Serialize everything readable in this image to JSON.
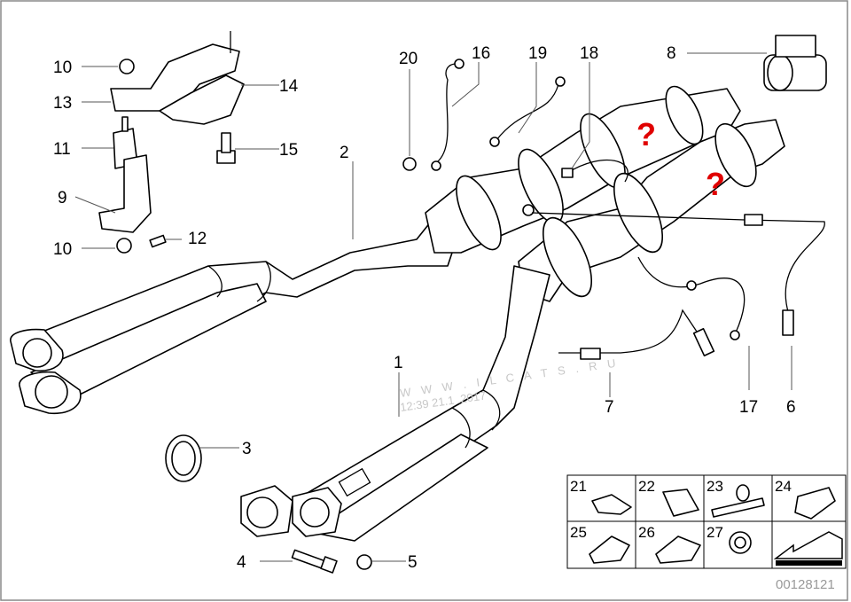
{
  "diagram": {
    "title": "Exhaust front pipe / catalytic converter parts diagram",
    "callouts": {
      "c10a": "10",
      "c13": "13",
      "c11": "11",
      "c9": "9",
      "c10b": "10",
      "c12": "12",
      "c14": "14",
      "c15": "15",
      "c2": "2",
      "c20": "20",
      "c16": "16",
      "c19": "19",
      "c18": "18",
      "c8": "8",
      "c1": "1",
      "c3": "3",
      "c4": "4",
      "c5": "5",
      "c7": "7",
      "c17": "17",
      "c6": "6"
    },
    "question_marks": [
      "?",
      "?"
    ],
    "question_color": "#e00000",
    "watermark": {
      "line1": "W W W . I L C A T S . R U",
      "line2": "12:39 21.1 .2017"
    },
    "clips_table": [
      "21",
      "22",
      "23",
      "24",
      "25",
      "26",
      "27"
    ],
    "part_number": "00128121"
  }
}
